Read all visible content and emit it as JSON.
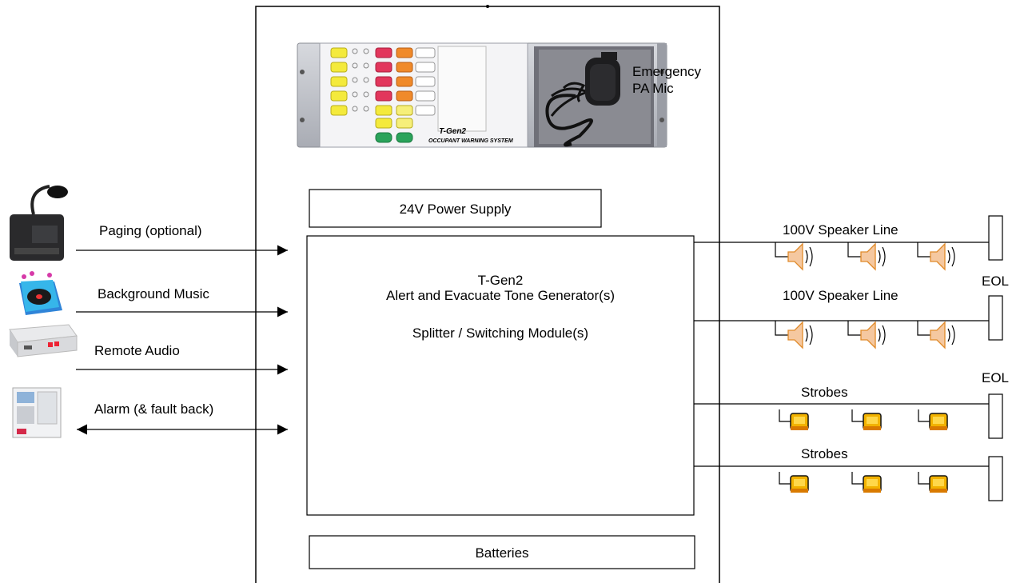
{
  "inputs": {
    "paging": "Paging (optional)",
    "background_music": "Background Music",
    "remote_audio": "Remote Audio",
    "alarm": "Alarm (& fault back)"
  },
  "panel": {
    "emergency_mic_line1": "Emergency",
    "emergency_mic_line2": "PA Mic",
    "device_model": "T-Gen2",
    "device_subtitle": "OCCUPANT WARNING SYSTEM",
    "power_supply": "24V Power Supply",
    "main_title": "T-Gen2",
    "main_line2": "Alert and Evacuate Tone Generator(s)",
    "main_line3": "Splitter / Switching Module(s)",
    "batteries": "Batteries"
  },
  "outputs": {
    "speaker_line_1": "100V Speaker Line",
    "speaker_line_2": "100V Speaker Line",
    "strobes_1": "Strobes",
    "strobes_2": "Strobes",
    "eol_1": "EOL",
    "eol_2": "EOL"
  },
  "colors": {
    "speaker_fill": "#f5c8a0",
    "speaker_stroke": "#e08a2a",
    "strobe_fill": "#f2b200",
    "strobe_base": "#d97a00",
    "panel_metal": "#b9bcc4",
    "button_yellow": "#f4ea3c",
    "button_red": "#e2365c",
    "button_orange": "#f08a2a",
    "button_green": "#2aa35a"
  }
}
